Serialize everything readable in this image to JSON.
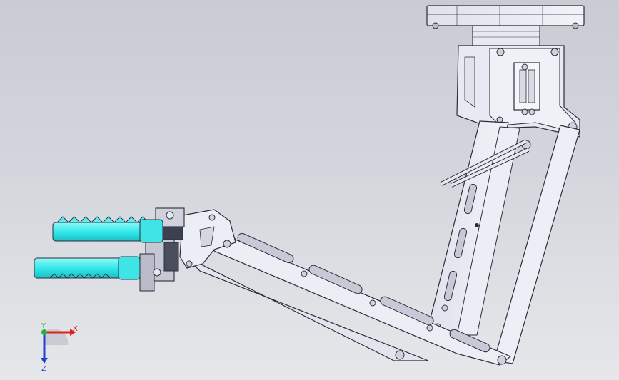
{
  "view": {
    "background_top": "#c9ccd3",
    "background_bottom": "#e6e7ea",
    "part_color": "#e4e6f0",
    "edge_color": "#2a2d3a",
    "highlight_color": "#5df0f0"
  },
  "triad": {
    "x_label": "X",
    "y_label": "Y",
    "z_label": "Z",
    "x_color": "#e0201c",
    "y_color": "#22b43a",
    "z_color": "#1f3fd6"
  }
}
